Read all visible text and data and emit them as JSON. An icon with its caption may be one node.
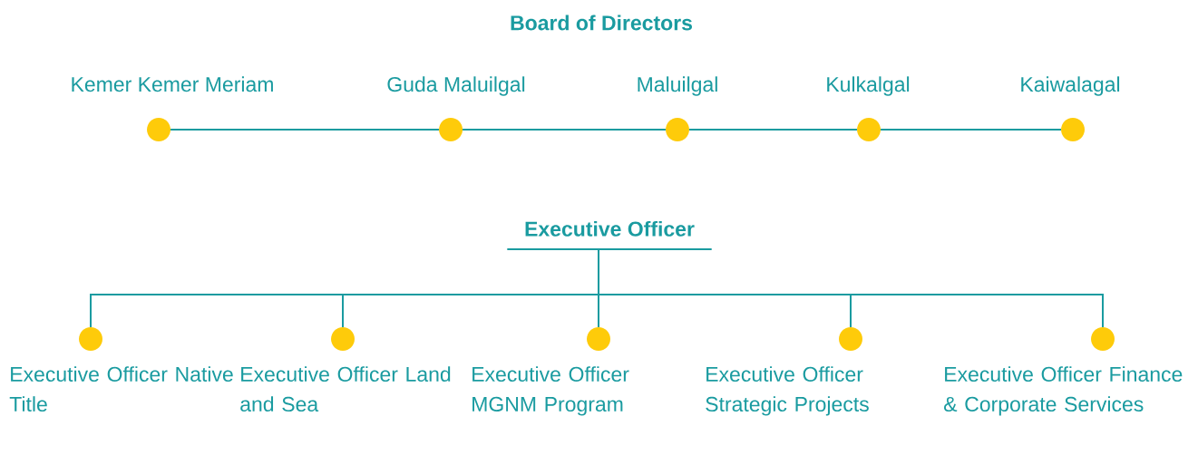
{
  "diagram": {
    "title": "Board of Directors",
    "nodes": [
      {
        "text": [],
        "shape": "circle",
        "beside": [
          "Kemer Kemer Meriam"
        ]
      },
      {
        "text": [],
        "shape": "circle",
        "beside": [
          "Guda Maluilgal"
        ]
      },
      {
        "text": [],
        "shape": "circle",
        "beside": [
          "Maluilgal"
        ]
      },
      {
        "text": [],
        "shape": "circle",
        "beside": [
          "Kulkalgal"
        ]
      },
      {
        "text": [],
        "shape": "circle",
        "beside": [
          "Kaiwalagal"
        ]
      },
      {
        "text": [
          "Executive Officer"
        ]
      },
      {
        "text": [],
        "shape": "circle",
        "beside": [
          "Executive Officer Native Title"
        ]
      },
      {
        "text": [],
        "shape": "circle",
        "beside": [
          "Executive Officer Land and Sea"
        ]
      },
      {
        "text": [],
        "shape": "circle",
        "beside": [
          "Executive Officer MGNM Program"
        ]
      },
      {
        "text": [],
        "shape": "circle",
        "beside": [
          "Executive Officer Strategic Projects"
        ]
      },
      {
        "text": [],
        "shape": "circle",
        "beside": [
          "Executive Officer Finance & Corporate Services"
        ]
      }
    ],
    "edges": [
      {
        "from": 0,
        "to": 1,
        "arrow": "none"
      },
      {
        "from": 1,
        "to": 2,
        "arrow": "none"
      },
      {
        "from": 2,
        "to": 3,
        "arrow": "none"
      },
      {
        "from": 3,
        "to": 4,
        "arrow": "none"
      },
      {
        "from": 5,
        "to": 6,
        "arrow": "none"
      },
      {
        "from": 5,
        "to": 7,
        "arrow": "none"
      },
      {
        "from": 5,
        "to": 8,
        "arrow": "none"
      },
      {
        "from": 5,
        "to": 9,
        "arrow": "none"
      },
      {
        "from": 5,
        "to": 10,
        "arrow": "none"
      }
    ]
  }
}
